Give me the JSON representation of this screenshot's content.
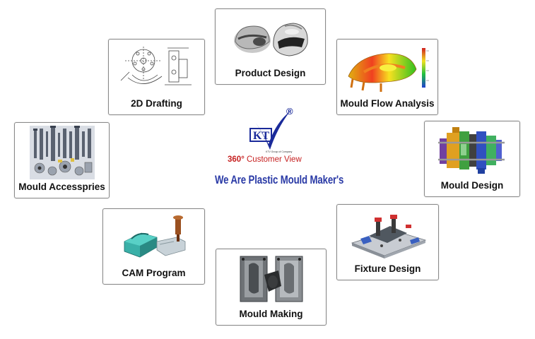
{
  "center": {
    "logo_letters": "KT",
    "registered_mark": "®",
    "small_print": "KTV Group of Company",
    "view_number": "360",
    "view_degree": "°",
    "view_text": " Customer View",
    "tagline": "We Are Plastic Mould Maker's"
  },
  "services": [
    {
      "label": "Product Design",
      "icon": "helmet-icon"
    },
    {
      "label": "2D Drafting",
      "icon": "drawing-icon"
    },
    {
      "label": "Mould Flow Analysis",
      "icon": "flow-analysis-icon"
    },
    {
      "label": "Mould Accesspries",
      "icon": "accessories-icon"
    },
    {
      "label": "Mould Design",
      "icon": "mould-assembly-icon"
    },
    {
      "label": "CAM Program",
      "icon": "cam-tool-icon"
    },
    {
      "label": "Fixture Design",
      "icon": "fixture-icon"
    },
    {
      "label": "Mould Making",
      "icon": "mould-icon"
    }
  ],
  "colors": {
    "border": "#8a8a8a",
    "logo_blue": "#1a2a9a",
    "view_red": "#c62020",
    "tagline_blue": "#2a3aa6"
  }
}
